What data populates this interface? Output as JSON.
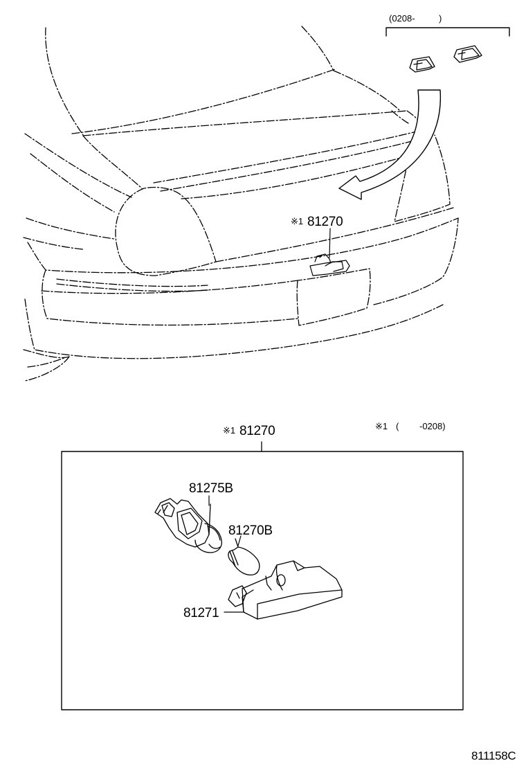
{
  "top_section": {
    "date_range_start_label": "(0208-",
    "date_range_end_label": ")",
    "callout_mark": "※1",
    "callout_part": "81270"
  },
  "detail_section": {
    "header_mark": "※1",
    "header_part": "81270",
    "note_mark": "※1",
    "note_open": "(",
    "note_date": "-0208)",
    "parts": [
      {
        "number": "81275B"
      },
      {
        "number": "81270B"
      },
      {
        "number": "81271"
      }
    ]
  },
  "diagram_code": "811158C",
  "colors": {
    "line": "#000000",
    "background": "#ffffff"
  }
}
